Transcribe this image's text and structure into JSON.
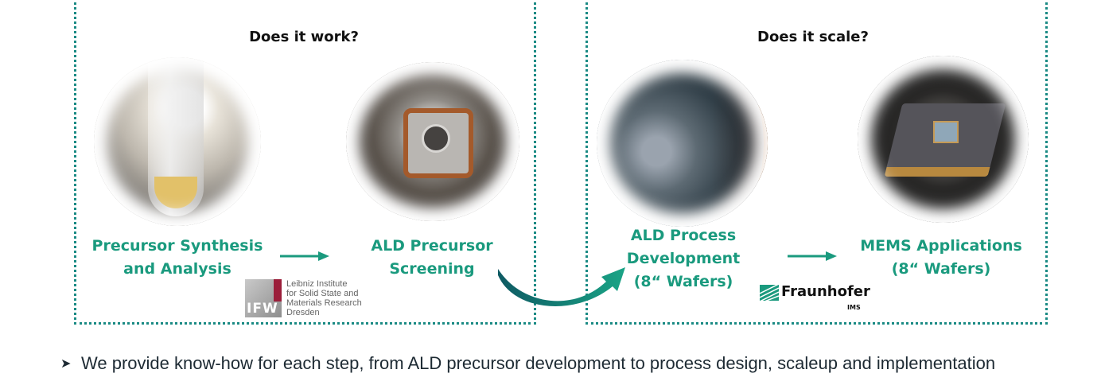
{
  "left_panel": {
    "question": "Does it work?",
    "steps": [
      {
        "line1": "Precursor Synthesis",
        "line2": "and Analysis"
      },
      {
        "line1": "ALD Precursor",
        "line2": "Screening"
      }
    ],
    "logo": {
      "mark": "IFW",
      "lines": [
        "Leibniz Institute",
        "for Solid State and",
        "Materials Research",
        "Dresden"
      ]
    }
  },
  "right_panel": {
    "question": "Does it scale?",
    "steps": [
      {
        "line1": "ALD Process",
        "line2": "Development",
        "line3": "(8“ Wafers)"
      },
      {
        "line1": "MEMS Applications",
        "line2": "(8“ Wafers)"
      }
    ],
    "logo": {
      "name": "Fraunhofer",
      "sub": "IMS"
    }
  },
  "bullet": {
    "icon": "arrowhead-bullet-icon",
    "text": "We provide know-how for each step, from ALD precursor development to process design, scaleup and implementation"
  },
  "colors": {
    "accent": "#1a9a7e",
    "border": "#1a8a84",
    "ifw_accent": "#9b1e3a",
    "fraunhofer": "#1a9a7e"
  }
}
